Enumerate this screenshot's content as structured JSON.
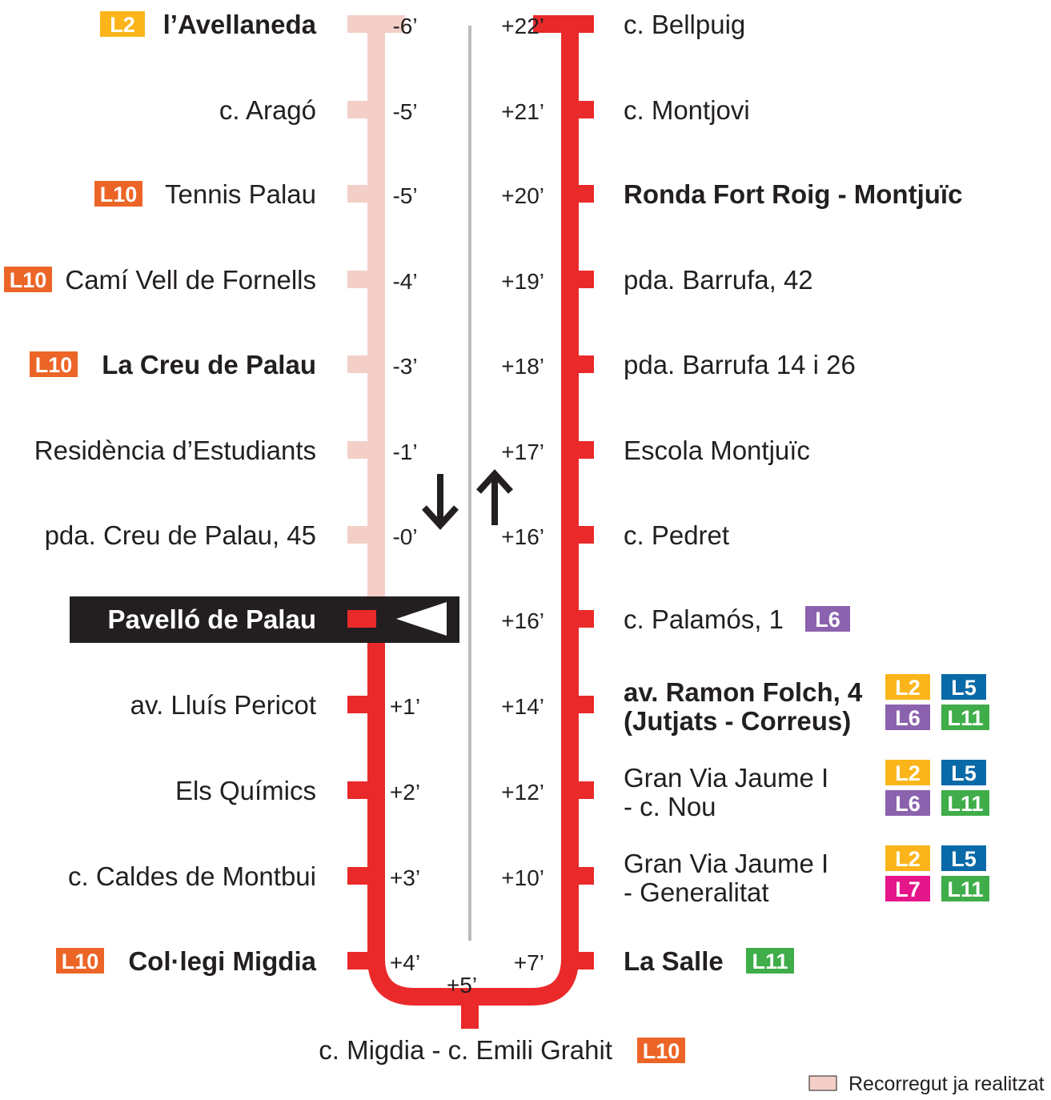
{
  "colors": {
    "done_route": "#f3cfc7",
    "pending_route": "#ea2a2a",
    "center_divider": "#bcbcbc",
    "current_stop_bg": "#231f20",
    "arrows": "#231f20",
    "lines": {
      "L2": "#fbb51b",
      "L5": "#0a6aa8",
      "L6": "#8b62ae",
      "L7": "#e5158a",
      "L10": "#ec6527",
      "L11": "#3fad49"
    }
  },
  "left_stops": [
    {
      "name": "l’Avellaneda",
      "time": "-6’",
      "bold": true,
      "lines": [
        "L2"
      ],
      "done": true
    },
    {
      "name": "c. Aragó",
      "time": "-5’",
      "bold": false,
      "lines": [],
      "done": true
    },
    {
      "name": "Tennis Palau",
      "time": "-5’",
      "bold": false,
      "lines": [
        "L10"
      ],
      "done": true
    },
    {
      "name": "Camí Vell de Fornells",
      "time": "-4’",
      "bold": false,
      "lines": [
        "L10"
      ],
      "done": true
    },
    {
      "name": "La Creu de Palau",
      "time": "-3’",
      "bold": true,
      "lines": [
        "L10"
      ],
      "done": true
    },
    {
      "name": "Residència d’Estudiants",
      "time": "-1’",
      "bold": false,
      "lines": [],
      "done": true
    },
    {
      "name": "pda. Creu de Palau, 45",
      "time": "-0’",
      "bold": false,
      "lines": [],
      "done": true
    },
    {
      "name": "Pavelló de Palau",
      "time": "",
      "bold": true,
      "lines": [],
      "done": false,
      "current": true
    },
    {
      "name": "av. Lluís Pericot",
      "time": "+1’",
      "bold": false,
      "lines": [],
      "done": false
    },
    {
      "name": "Els Químics",
      "time": "+2’",
      "bold": false,
      "lines": [],
      "done": false
    },
    {
      "name": "c. Caldes de Montbui",
      "time": "+3’",
      "bold": false,
      "lines": [],
      "done": false
    },
    {
      "name": "Col·legi Migdia",
      "time": "+4’",
      "bold": true,
      "lines": [
        "L10"
      ],
      "done": false
    }
  ],
  "bottom_stop": {
    "name": "c. Migdia - c. Emili Grahit",
    "time": "+5’",
    "lines": [
      "L10"
    ]
  },
  "right_stops": [
    {
      "name": [
        "c. Bellpuig"
      ],
      "time": "+22’",
      "bold": false,
      "lines": []
    },
    {
      "name": [
        "c. Montjovi"
      ],
      "time": "+21’",
      "bold": false,
      "lines": []
    },
    {
      "name": [
        "Ronda Fort Roig - Montjuïc"
      ],
      "time": "+20’",
      "bold": true,
      "lines": []
    },
    {
      "name": [
        "pda. Barrufa, 42"
      ],
      "time": "+19’",
      "bold": false,
      "lines": []
    },
    {
      "name": [
        "pda. Barrufa 14 i 26"
      ],
      "time": "+18’",
      "bold": false,
      "lines": []
    },
    {
      "name": [
        "Escola Montjuïc"
      ],
      "time": "+17’",
      "bold": false,
      "lines": []
    },
    {
      "name": [
        "c. Pedret"
      ],
      "time": "+16’",
      "bold": false,
      "lines": []
    },
    {
      "name": [
        "c. Palamós, 1"
      ],
      "time": "+16’",
      "bold": false,
      "lines": [
        "L6"
      ]
    },
    {
      "name": [
        "av. Ramon Folch, 4",
        "(Jutjats - Correus)"
      ],
      "time": "+14’",
      "bold": true,
      "lines": [
        "L2",
        "L5",
        "L6",
        "L11"
      ]
    },
    {
      "name": [
        "Gran Via Jaume I",
        "- c. Nou"
      ],
      "time": "+12’",
      "bold": false,
      "lines": [
        "L2",
        "L5",
        "L6",
        "L11"
      ]
    },
    {
      "name": [
        "Gran Via Jaume I",
        "- Generalitat"
      ],
      "time": "+10’",
      "bold": false,
      "lines": [
        "L2",
        "L5",
        "L7",
        "L11"
      ]
    },
    {
      "name": [
        "La Salle"
      ],
      "time": "+7’",
      "bold": true,
      "lines": [
        "L11"
      ]
    }
  ],
  "legend": {
    "label": "Recorregut ja realitzat"
  }
}
